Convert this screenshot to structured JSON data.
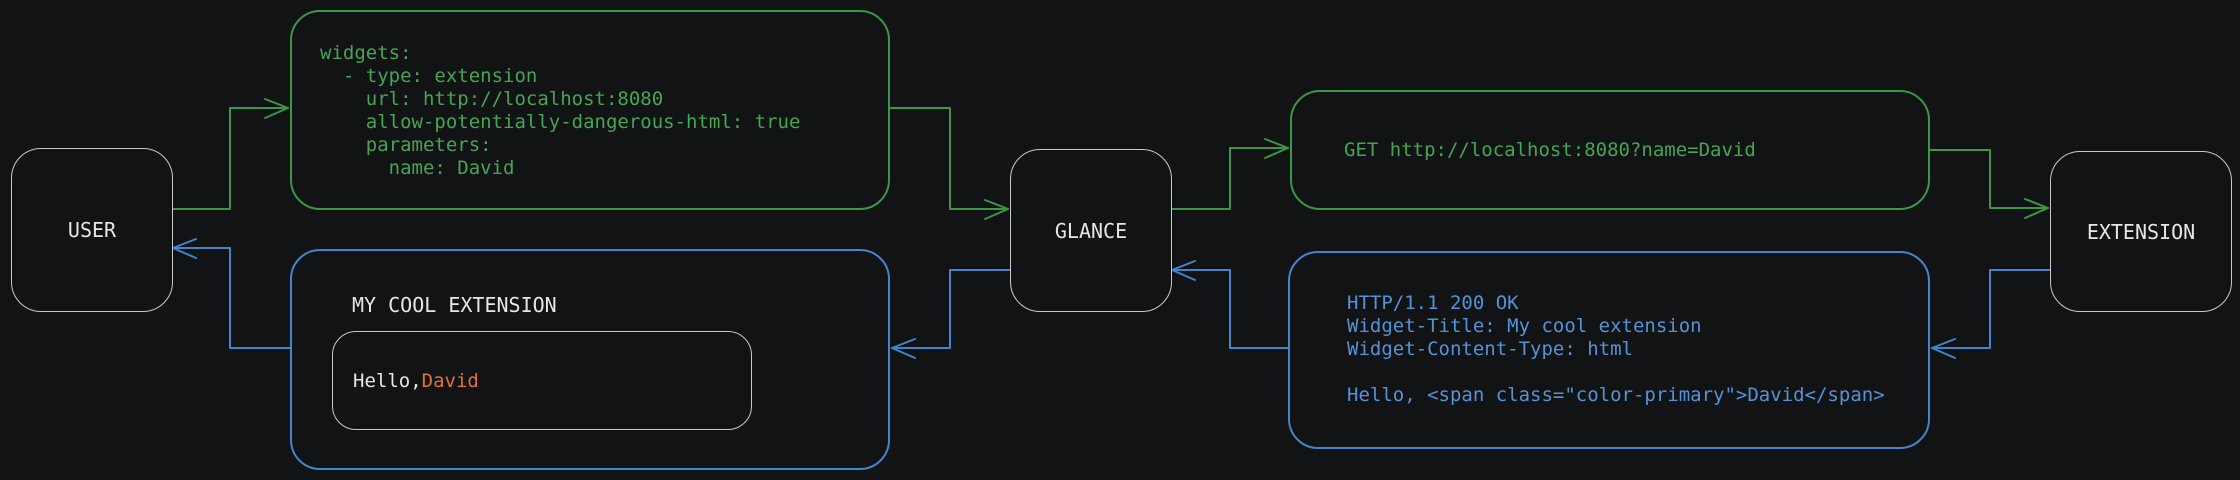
{
  "colors": {
    "background": "#121314",
    "green_line": "#3c9646",
    "green_text": "#46a555",
    "blue_line": "#4384cb",
    "blue_text": "#5493d8",
    "orange": "#e2703a",
    "node_border": "#c9c9c9",
    "white_text": "#e6e6e6"
  },
  "nodes": {
    "user": {
      "label": "USER"
    },
    "glance": {
      "label": "GLANCE"
    },
    "extension": {
      "label": "EXTENSION"
    }
  },
  "config_box": {
    "text": "widgets:\n  - type: extension\n    url: http://localhost:8080\n    allow-potentially-dangerous-html: true\n    parameters:\n      name: David"
  },
  "request_box": {
    "text": "GET http://localhost:8080?name=David"
  },
  "response_box": {
    "text": "HTTP/1.1 200 OK\nWidget-Title: My cool extension\nWidget-Content-Type: html\n\nHello, <span class=\"color-primary\">David</span>"
  },
  "widget_preview": {
    "title": "MY COOL EXTENSION",
    "greeting_prefix": "Hello, ",
    "greeting_name": "David"
  }
}
